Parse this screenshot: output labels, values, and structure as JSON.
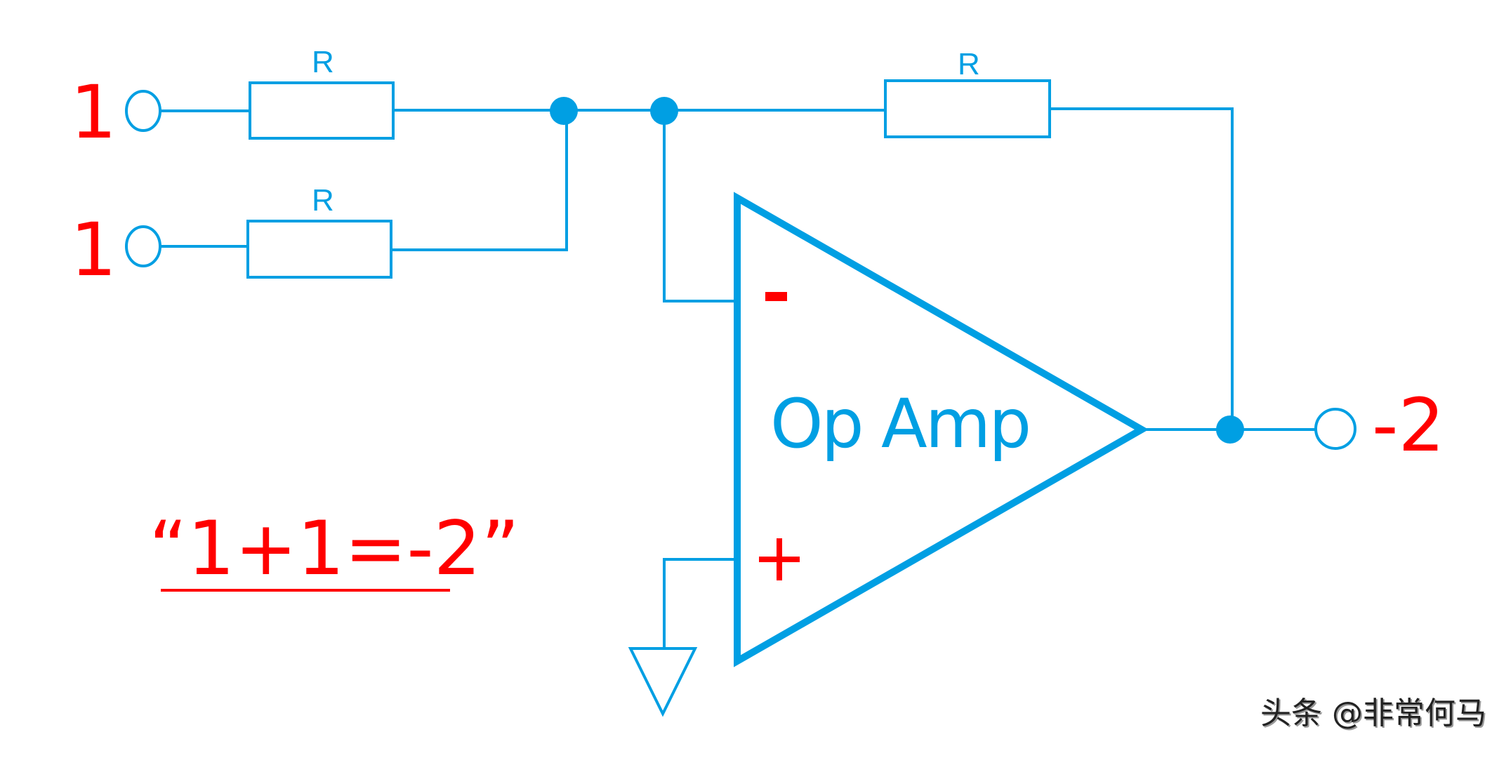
{
  "diagram": {
    "title": "Inverting summing amplifier",
    "colors": {
      "circuit": "#009fe3",
      "annotation": "#ff0000",
      "background": "#ffffff"
    },
    "inputs": [
      {
        "label": "1"
      },
      {
        "label": "1"
      }
    ],
    "resistors": [
      {
        "id": "R_in1",
        "label": "R"
      },
      {
        "id": "R_in2",
        "label": "R"
      },
      {
        "id": "R_feedback",
        "label": "R"
      }
    ],
    "opamp": {
      "label": "Op Amp",
      "inverting_label": "-",
      "non_inverting_label": "+"
    },
    "output": {
      "label": "-2"
    },
    "equation": "“1+1=-2”",
    "watermark": "头条 @非常何马"
  }
}
